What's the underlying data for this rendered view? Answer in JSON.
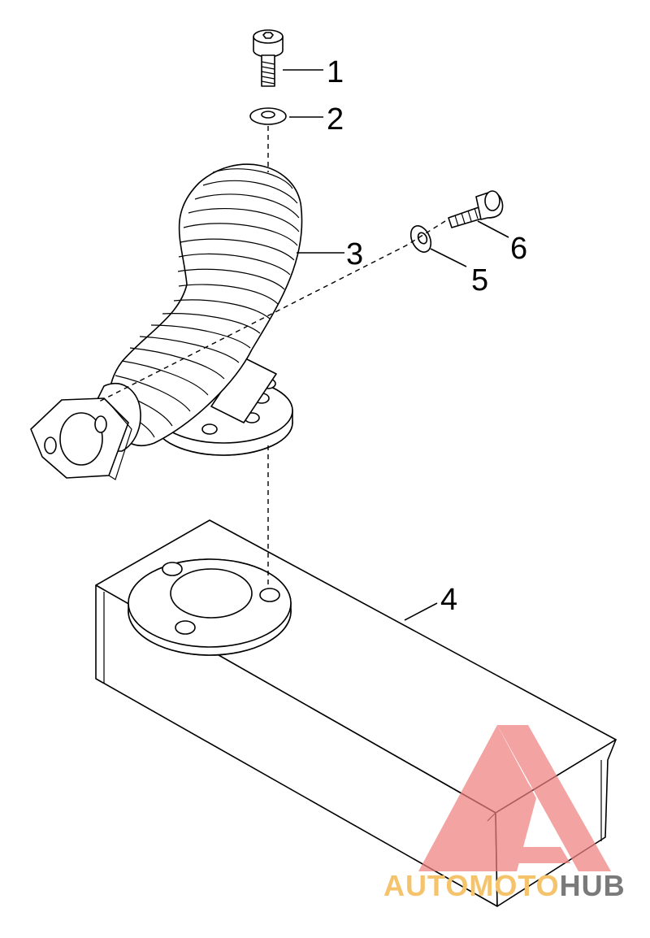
{
  "callouts": {
    "c1": "1",
    "c2": "2",
    "c3": "3",
    "c4": "4",
    "c5": "5",
    "c6": "6"
  },
  "watermark": {
    "part1": "AUTOMOTO",
    "part2": "HUB",
    "color_primary": "#f08080",
    "color_secondary": "#f5c36b",
    "color_tertiary": "#7a7a7a"
  }
}
